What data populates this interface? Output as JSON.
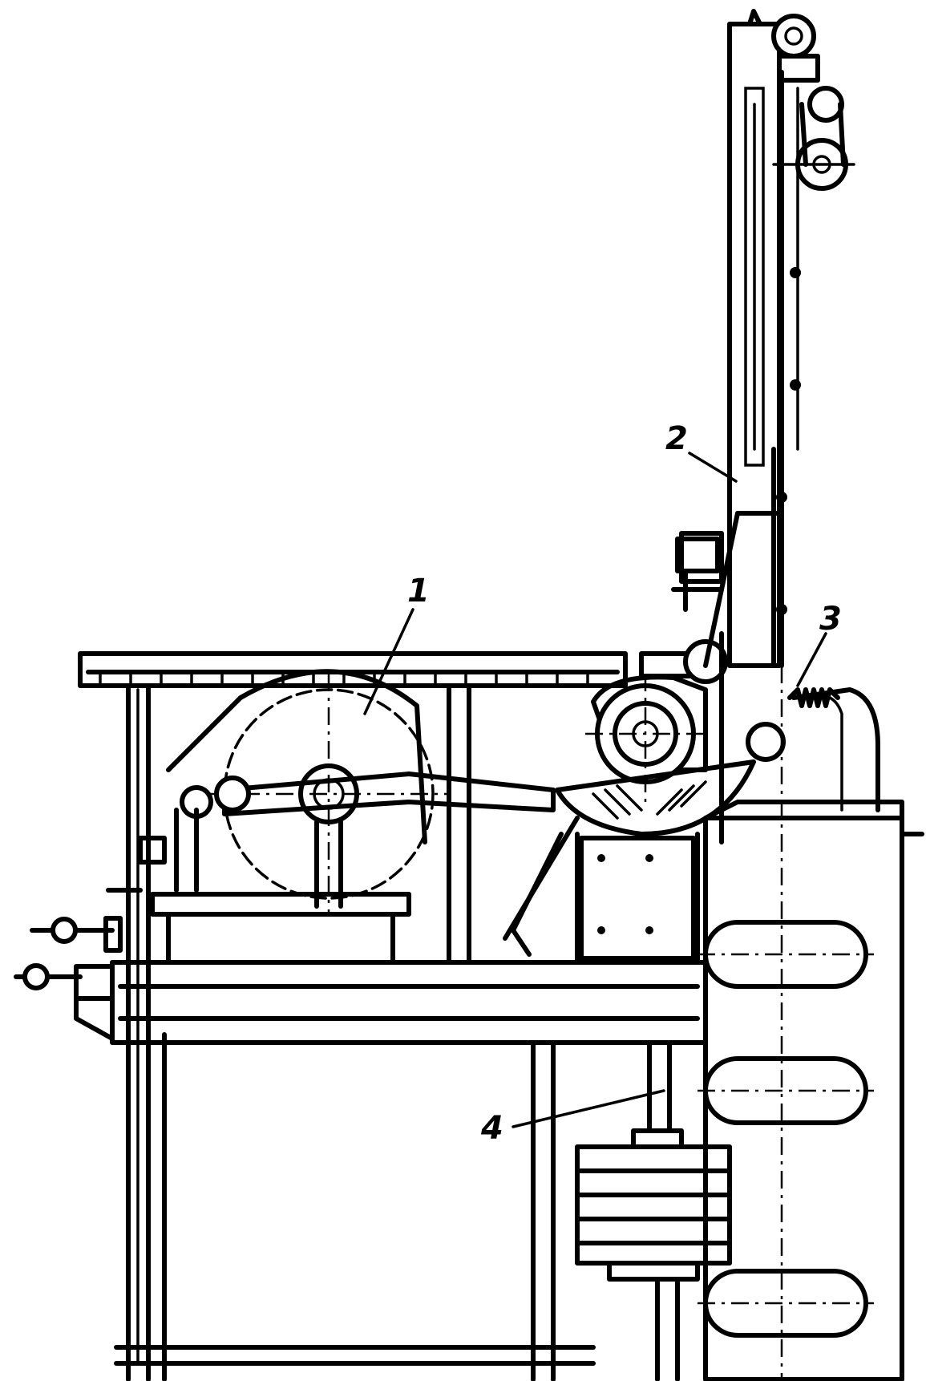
{
  "labels": [
    {
      "id": "1",
      "text": "1"
    },
    {
      "id": "2",
      "text": "2"
    },
    {
      "id": "3",
      "text": "3"
    },
    {
      "id": "4",
      "text": "4"
    }
  ],
  "colors": {
    "ink": "#000000",
    "paper": "#ffffff"
  }
}
